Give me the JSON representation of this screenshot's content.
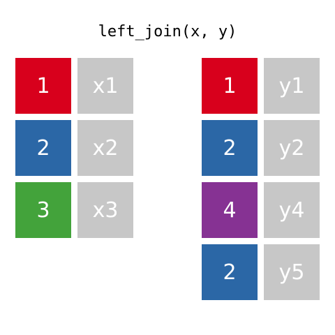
{
  "title": "left_join(x, y)",
  "colors": {
    "red": "#d8001c",
    "blue": "#2b67a6",
    "green": "#43a33b",
    "purple": "#863293",
    "gray": "#c7c7c7",
    "text": "#ffffff"
  },
  "x": {
    "rows": [
      {
        "key": "1",
        "value": "x1",
        "color": "#d8001c"
      },
      {
        "key": "2",
        "value": "x2",
        "color": "#2b67a6"
      },
      {
        "key": "3",
        "value": "x3",
        "color": "#43a33b"
      }
    ]
  },
  "y": {
    "rows": [
      {
        "key": "1",
        "value": "y1",
        "color": "#d8001c"
      },
      {
        "key": "2",
        "value": "y2",
        "color": "#2b67a6"
      },
      {
        "key": "4",
        "value": "y4",
        "color": "#863293"
      },
      {
        "key": "2",
        "value": "y5",
        "color": "#2b67a6"
      }
    ]
  }
}
